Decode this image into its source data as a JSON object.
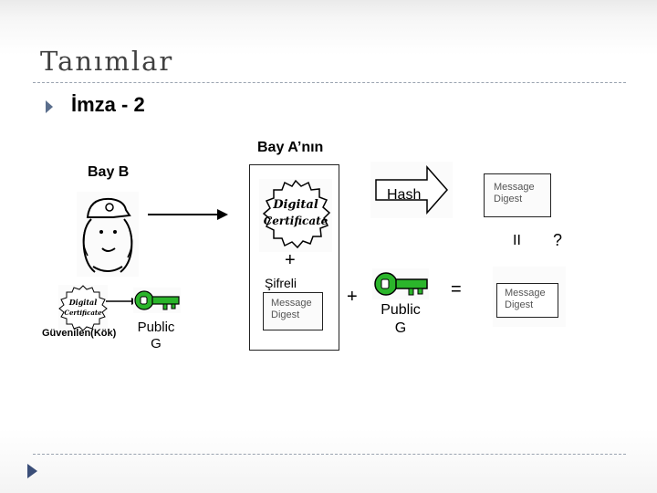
{
  "slide": {
    "title": "Tanımlar",
    "subtitle": "İmza - 2"
  },
  "labels": {
    "bay_a": "Bay A’nın",
    "bay_b": "Bay B",
    "hash": "Hash",
    "message_digest_top": "Message\nDigest",
    "equals_vertical": "II",
    "question": "?",
    "plus_top": "+",
    "sifreli": "Şifreli",
    "message_digest_enc": "Message\nDigest",
    "plus_mid": "+",
    "public_mid": "Public\nG",
    "equals": "=",
    "message_digest_result": "Message\nDigest",
    "guvenilen": "Güvenilen(Kök)",
    "public_left": "Public\nG"
  },
  "certificate": {
    "line1": "Digital",
    "line2": "Certificate"
  },
  "colors": {
    "key_green": "#2bb52b",
    "title_gray": "#404040",
    "bullet_blue": "#5a6e8c",
    "nav_blue": "#3a4e78"
  },
  "icons": [
    "bullet-arrow-icon",
    "person-icon",
    "certificate-seal-icon",
    "key-icon",
    "hash-arrow-icon",
    "long-arrow-icon",
    "nav-arrow-icon"
  ]
}
